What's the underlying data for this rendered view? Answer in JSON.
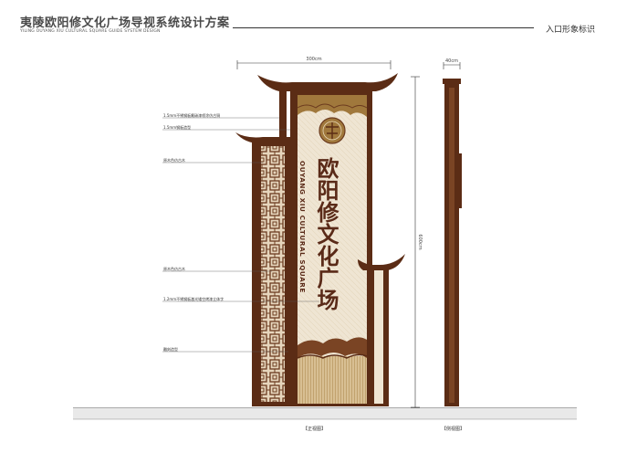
{
  "header": {
    "title": "夷陵欧阳修文化广场导视系统设计方案",
    "subtitle": "YILING OUYANG XIU CULTURAL SQUARE GUIDE SYSTEM DESIGN",
    "section": "入口形象标识"
  },
  "sign": {
    "cn_title": "欧阳修文化广场",
    "en_title": "OUYANG XIU CULTURAL SQUARE"
  },
  "dimensions": {
    "width": "300cm",
    "height": "600cm",
    "depth": "40cm"
  },
  "annotations": [
    "1.5mm不锈钢板氟碳漆喷涂仿古铜",
    "1.5mm钢板造型",
    "原木色仿古木",
    "原木色仿古木",
    "1.2mm不锈钢板激光镂空烤漆立体字",
    "雕刻造型"
  ],
  "captions": {
    "front": "【正视图】",
    "side": "【侧视图】"
  },
  "colors": {
    "frame": "#5b2c15",
    "panel": "#eee3d0",
    "accent": "#a0783c",
    "text": "#5a2a18"
  }
}
